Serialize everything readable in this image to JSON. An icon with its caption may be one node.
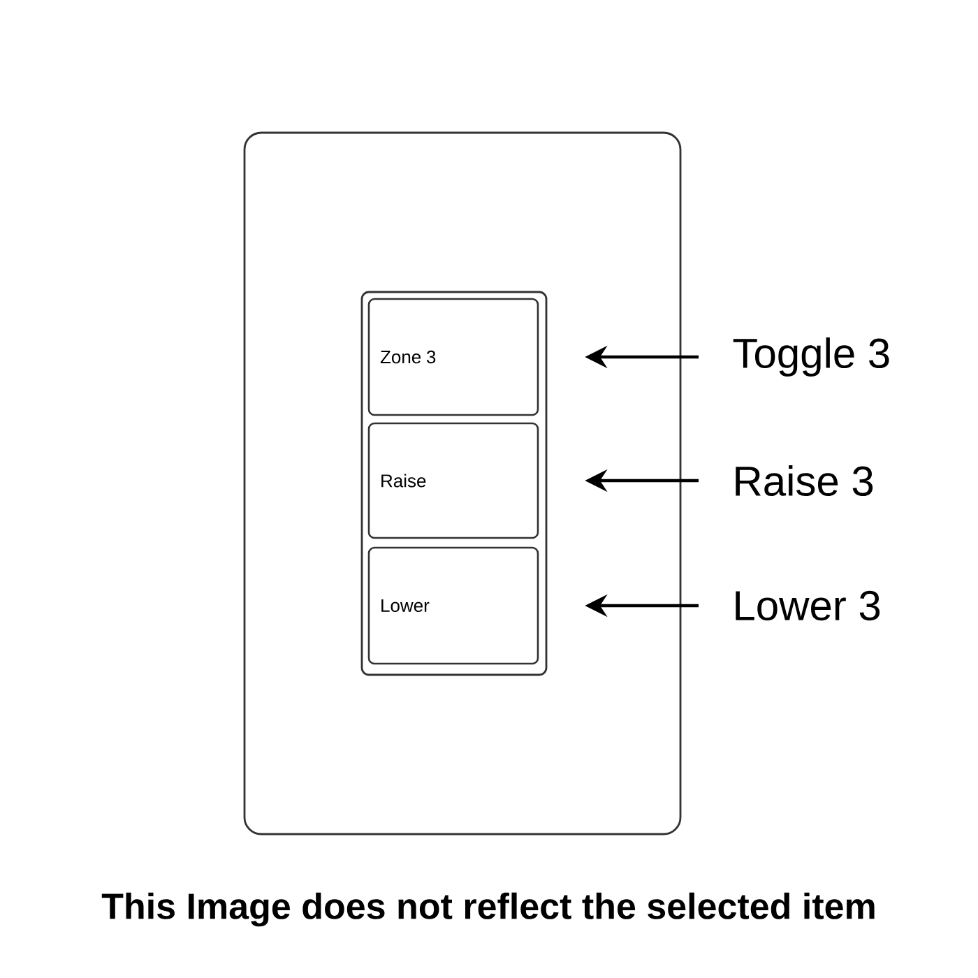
{
  "diagram": {
    "caption": "This Image does not reflect the selected item",
    "nodes": [
      {
        "text": [],
        "shape": "box"
      },
      {
        "text": [],
        "shape": "box",
        "in": 0
      },
      {
        "text": [
          "Zone 3"
        ],
        "in": 1
      },
      {
        "text": [
          "Raise"
        ],
        "in": 1
      },
      {
        "text": [
          "Lower"
        ],
        "in": 1
      },
      {
        "text": [
          "Toggle 3"
        ]
      },
      {
        "text": [
          "Raise 3"
        ]
      },
      {
        "text": [
          "Lower 3"
        ]
      }
    ],
    "edges": [
      {
        "from": 5,
        "to": 2,
        "arrow": "to"
      },
      {
        "from": 6,
        "to": 3,
        "arrow": "to"
      },
      {
        "from": 7,
        "to": 4,
        "arrow": "to"
      }
    ]
  }
}
